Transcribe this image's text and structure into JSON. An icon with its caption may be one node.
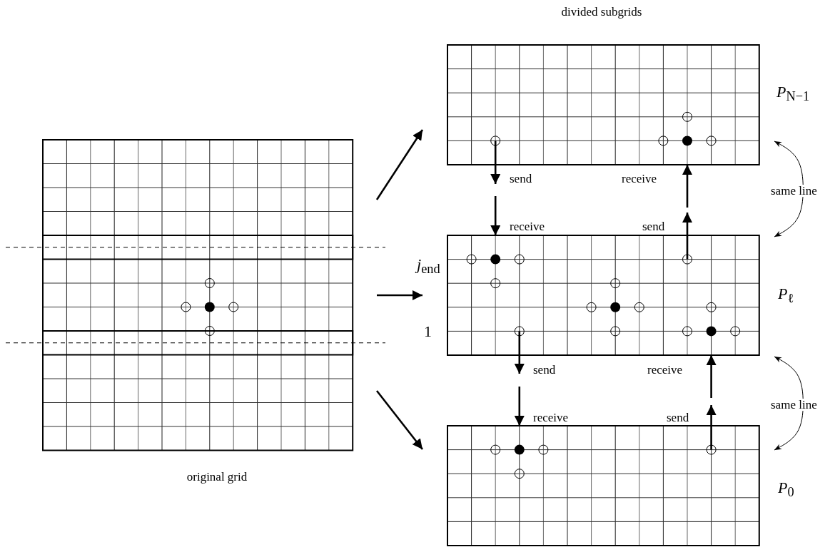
{
  "diagram": {
    "nodes": [
      {
        "text": [
          "original grid"
        ]
      },
      {
        "text": [
          "*P*$_{N−1}$"
        ]
      },
      {
        "text": [
          "*P*$_{ℓ}$"
        ]
      },
      {
        "text": [
          "*P*$_{0}$"
        ]
      }
    ],
    "edges": [
      {
        "from": 0,
        "to": 1,
        "arrow": "to"
      },
      {
        "from": 0,
        "to": 2,
        "arrow": "to"
      },
      {
        "from": 0,
        "to": 3,
        "arrow": "to"
      },
      {
        "from": 1,
        "to": null,
        "arrow": "to",
        "label": "send"
      },
      {
        "from": null,
        "to": 2,
        "arrow": "to",
        "label": "receive"
      },
      {
        "from": 2,
        "to": null,
        "arrow": "to",
        "label": "send"
      },
      {
        "from": null,
        "to": 1,
        "arrow": "to",
        "label": "receive"
      },
      {
        "from": 2,
        "to": null,
        "arrow": "to",
        "label": "send"
      },
      {
        "from": null,
        "to": 3,
        "arrow": "to",
        "label": "receive"
      },
      {
        "from": 3,
        "to": null,
        "arrow": "to",
        "label": "send"
      },
      {
        "from": null,
        "to": 2,
        "arrow": "to",
        "label": "receive"
      },
      {
        "from": 1,
        "to": 2,
        "arrow": "both",
        "label": "same line"
      },
      {
        "from": 2,
        "to": 3,
        "arrow": "both",
        "label": "same line"
      }
    ],
    "labels": [
      "divided subgrids",
      "*j*$_{end}$",
      "1"
    ]
  }
}
